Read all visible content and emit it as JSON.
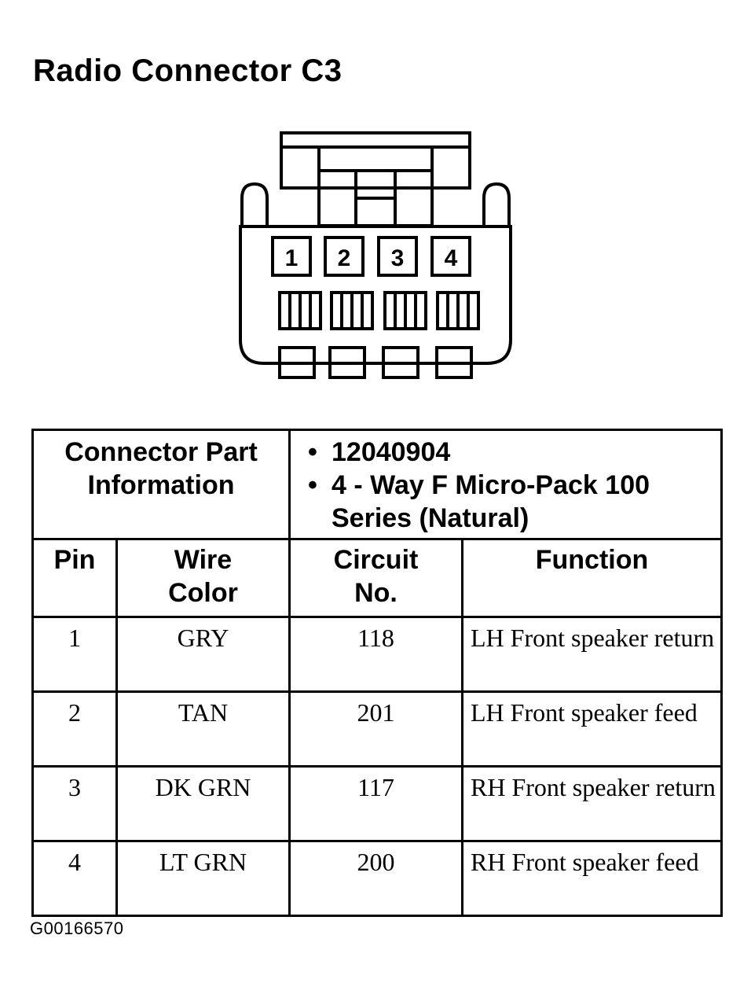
{
  "title": "Radio Connector C3",
  "connector": {
    "pins": [
      "1",
      "2",
      "3",
      "4"
    ]
  },
  "part_info": {
    "label": "Connector Part Information",
    "part_number": "12040904",
    "description": "4 - Way F Micro-Pack 100 Series (Natural)"
  },
  "table": {
    "headers": {
      "pin": "Pin",
      "wire_color": "Wire Color",
      "circuit": "Circuit No.",
      "function": "Function"
    },
    "rows": [
      {
        "pin": "1",
        "wire_color": "GRY",
        "circuit": "118",
        "function": "LH Front speaker return"
      },
      {
        "pin": "2",
        "wire_color": "TAN",
        "circuit": "201",
        "function": "LH Front speaker feed"
      },
      {
        "pin": "3",
        "wire_color": "DK GRN",
        "circuit": "117",
        "function": "RH Front speaker return"
      },
      {
        "pin": "4",
        "wire_color": "LT GRN",
        "circuit": "200",
        "function": "RH Front speaker feed"
      }
    ]
  },
  "figure_code": "G00166570"
}
